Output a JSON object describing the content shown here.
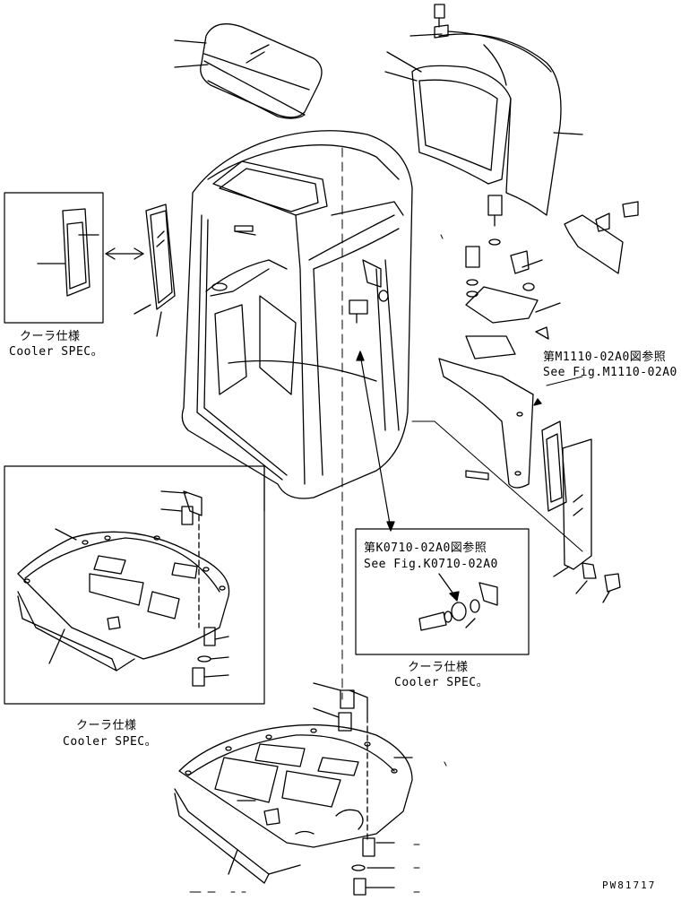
{
  "labels": {
    "cooler_spec_left_jp": "クーラ仕様",
    "cooler_spec_left_en": "Cooler SPEC。",
    "ref_m1110_jp": "第M1110-02A0図参照",
    "ref_m1110_en": "See Fig.M1110-02A0",
    "ref_k0710_jp": "第K0710-02A0図参照",
    "ref_k0710_en": "See Fig.K0710-02A0",
    "cooler_spec_mid_jp": "クーラ仕様",
    "cooler_spec_mid_en": "Cooler SPEC。",
    "cooler_spec_bot_jp": "クーラ仕様",
    "cooler_spec_bot_en": "Cooler SPEC。",
    "drawing_code": "PW81717"
  },
  "colors": {
    "line": "#000000",
    "background": "#ffffff"
  }
}
